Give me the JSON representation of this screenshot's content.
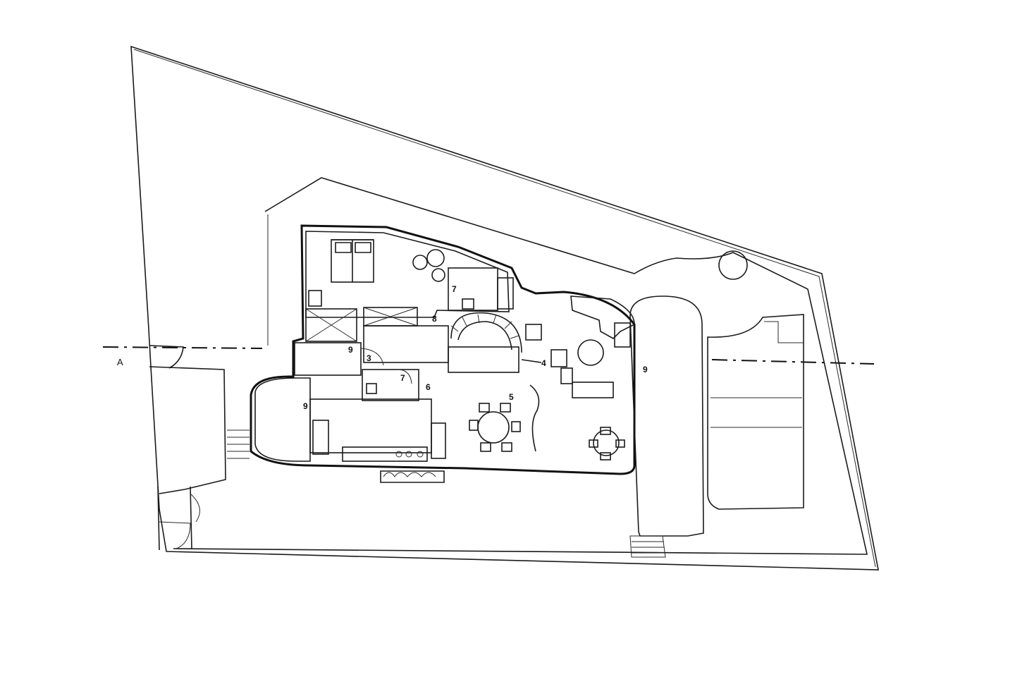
{
  "labels": {
    "section": "A",
    "room_3": "3",
    "room_4": "4",
    "room_5": "5",
    "room_6": "6",
    "room_7a": "7",
    "room_7b": "7",
    "room_8": "8",
    "room_9a": "9",
    "room_9b": "9",
    "room_9c": "9"
  },
  "colors": {
    "ink": "#111111",
    "paper": "#ffffff"
  }
}
